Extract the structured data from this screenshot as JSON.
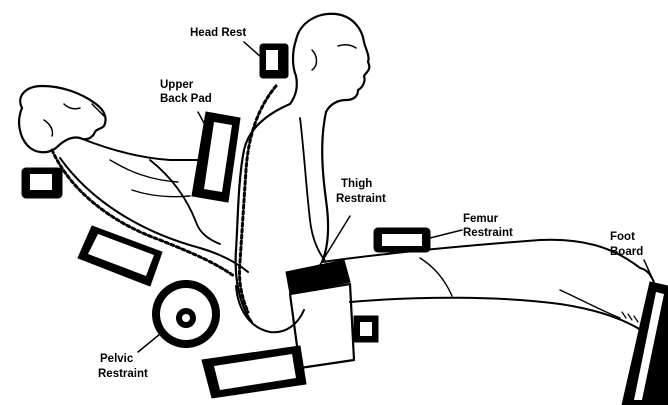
{
  "labels": {
    "head_rest": "Head Rest",
    "upper_back_pad_1": "Upper",
    "upper_back_pad_2": "Back Pad",
    "thigh_restraint_1": "Thigh",
    "thigh_restraint_2": "Restraint",
    "femur_restraint_1": "Femur",
    "femur_restraint_2": "Restraint",
    "foot_board_1": "Foot",
    "foot_board_2": "Board",
    "pelvic_restraint_1": "Pelvic",
    "pelvic_restraint_2": "Restraint"
  },
  "colors": {
    "ink": "#000000",
    "paper": "#ffffff"
  }
}
